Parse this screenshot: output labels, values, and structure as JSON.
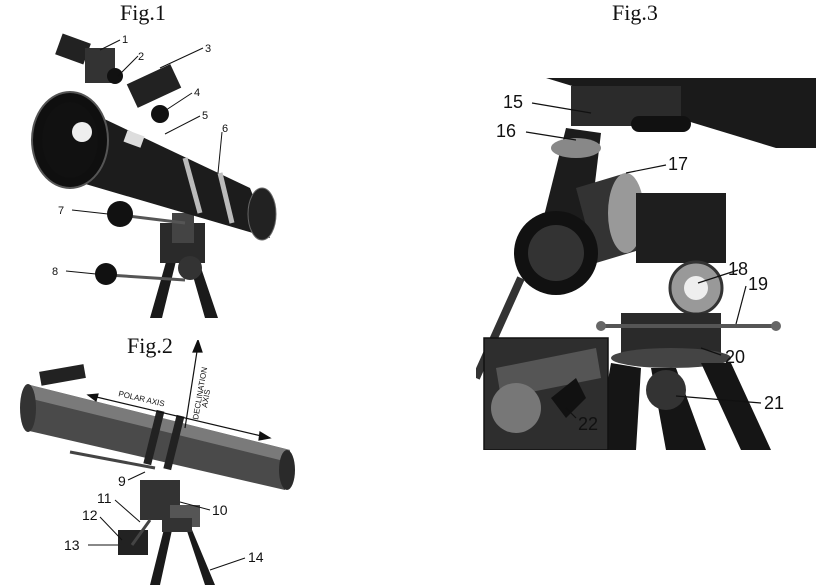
{
  "figures": {
    "fig1": {
      "title": "Fig.1",
      "callouts": [
        "1",
        "2",
        "3",
        "4",
        "5",
        "6",
        "7",
        "8"
      ]
    },
    "fig2": {
      "title": "Fig.2",
      "axis_polar": "POLAR AXIS",
      "axis_declination_line1": "DECLINATION",
      "axis_declination_line2": "AXIS",
      "callouts": [
        "9",
        "10",
        "11",
        "12",
        "13",
        "14"
      ]
    },
    "fig3": {
      "title": "Fig.3",
      "callouts": [
        "15",
        "16",
        "17",
        "18",
        "19",
        "20",
        "21",
        "22"
      ]
    }
  }
}
